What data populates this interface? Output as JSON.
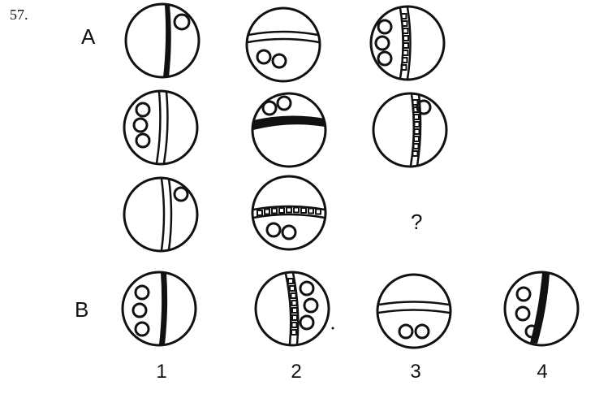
{
  "question_number": "57.",
  "section_a_label": "A",
  "section_b_label": "B",
  "missing_cell_mark": "?",
  "option_numbers": [
    "1",
    "2",
    "3",
    "4"
  ],
  "colors": {
    "ink": "#111111",
    "background": "#ffffff"
  }
}
